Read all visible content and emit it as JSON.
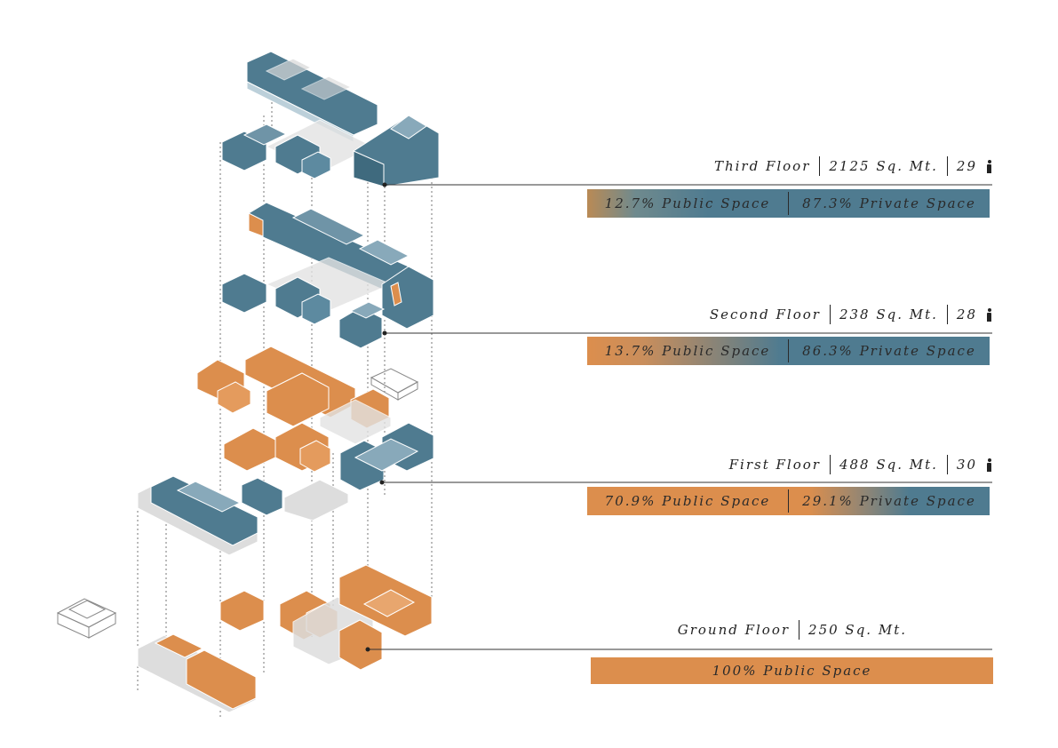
{
  "colors": {
    "public": "#dc8e4d",
    "private": "#4f7b90",
    "neutral": "#dddddd",
    "line": "#333333"
  },
  "icons": {
    "occupants": "person-icon"
  },
  "floors": [
    {
      "id": "third",
      "title": "Third Floor",
      "area": "2125 Sq. Mt.",
      "occupants": "29",
      "public_label": "12.7% Public Space",
      "private_label": "87.3% Private Space",
      "public_fraction": 0.127
    },
    {
      "id": "second",
      "title": "Second Floor",
      "area": "238 Sq. Mt.",
      "occupants": "28",
      "public_label": "13.7% Public Space",
      "private_label": "86.3% Private Space",
      "public_fraction": 0.137
    },
    {
      "id": "first",
      "title": "First Floor",
      "area": "488 Sq. Mt.",
      "occupants": "30",
      "public_label": "70.9% Public Space",
      "private_label": "29.1% Private Space",
      "public_fraction": 0.709
    },
    {
      "id": "ground",
      "title": "Ground Floor",
      "area": "250 Sq. Mt.",
      "public_label": "100% Public Space",
      "public_fraction": 1.0
    }
  ]
}
